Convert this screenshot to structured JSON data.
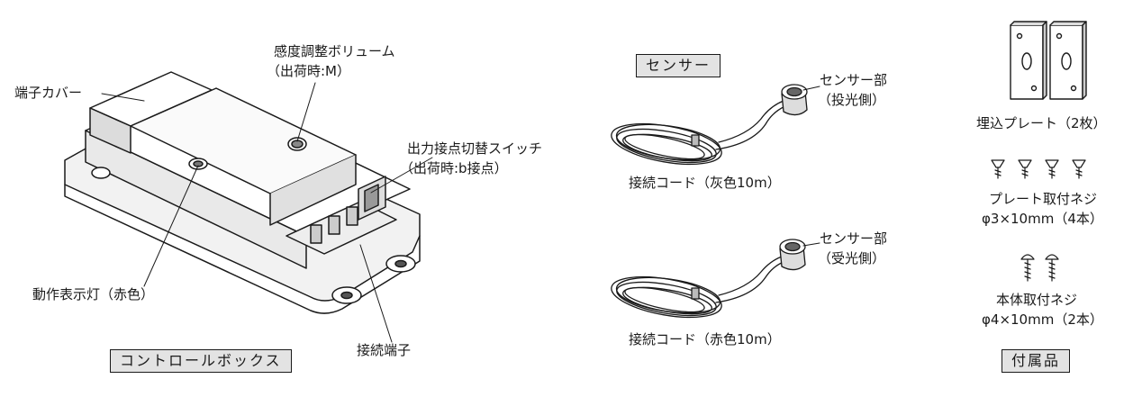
{
  "control_box": {
    "title": "コントロールボックス",
    "labels": {
      "terminal_cover": "端子カバー",
      "sensitivity_volume": "感度調整ボリューム",
      "sensitivity_default": "（出荷時:M）",
      "output_switch": "出力接点切替スイッチ",
      "output_default": "（出荷時:b接点）",
      "indicator_lamp": "動作表示灯（赤色）",
      "terminal": "接続端子"
    }
  },
  "sensors": {
    "title": "センサー",
    "transmitter": {
      "part": "センサー部",
      "role": "（投光側）",
      "cord": "接続コード（灰色10m）"
    },
    "receiver": {
      "part": "センサー部",
      "role": "（受光側）",
      "cord": "接続コード（赤色10m）"
    }
  },
  "accessories": {
    "title": "付属品",
    "items": [
      {
        "name": "埋込プレート（2枚）",
        "count": 2
      },
      {
        "name": "プレート取付ネジ",
        "spec": "φ3×10mm（4本）",
        "count": 4
      },
      {
        "name": "本体取付ネジ",
        "spec": "φ4×10mm（2本）",
        "count": 2
      }
    ]
  },
  "colors": {
    "line": "#1a1a1a",
    "label_fill": "#e3e3e3",
    "background": "#ffffff"
  }
}
